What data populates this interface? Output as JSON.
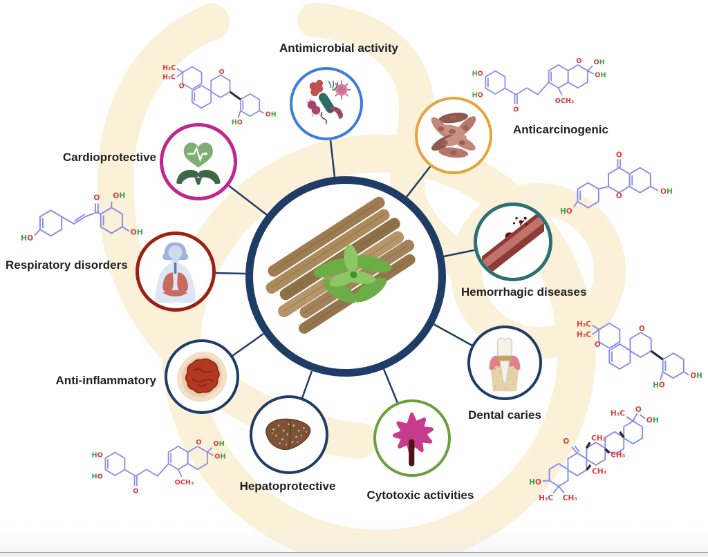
{
  "figure": {
    "center_icon": "licorice-root-bundle",
    "style": "hub-and-spoke biological activities diagram"
  },
  "colors": {
    "center_ring": "#1e3c66",
    "connector": "#1e3c66",
    "background_swirl": "#faf1d8",
    "bond": "#8888ee",
    "atom_oxygen": "#e03a3a",
    "atom_hydroxyl_h": "#3da14a"
  },
  "activities": [
    {
      "id": "antimicrobial",
      "label": "Antimicrobial activity",
      "ring_color": "#3b7ce0",
      "icon": "microbes-icon"
    },
    {
      "id": "cardioprotective",
      "label": "Cardioprotective",
      "ring_color": "#c0268c",
      "icon": "heart-in-hands-icon"
    },
    {
      "id": "anticarcinogenic",
      "label": "Anticarcinogenic",
      "ring_color": "#e5a33c",
      "icon": "cancer-cells-icon"
    },
    {
      "id": "respiratory",
      "label": "Respiratory disorders",
      "ring_color": "#992115",
      "icon": "lungs-torso-icon"
    },
    {
      "id": "hemorrhagic",
      "label": "Hemorrhagic diseases",
      "ring_color": "#2b6f75",
      "icon": "bleeding-vessel-icon"
    },
    {
      "id": "anti_inflammatory",
      "label": "Anti-inflammatory",
      "ring_color": "#1e3c66",
      "icon": "inflamed-tissue-icon"
    },
    {
      "id": "dental_caries",
      "label": "Dental caries",
      "ring_color": "#1e3c66",
      "icon": "tooth-in-gum-icon"
    },
    {
      "id": "hepatoprotective",
      "label": "Hepatoprotective",
      "ring_color": "#1e3c66",
      "icon": "liver-icon"
    },
    {
      "id": "cytotoxic",
      "label": "Cytotoxic activities",
      "ring_color": "#6a9e3f",
      "icon": "toxic-cell-icon"
    }
  ],
  "molecules": {
    "structure_a": {
      "positions": [
        "top-left",
        "right-middle-lower"
      ],
      "labels": [
        [
          {
            "t": "H₃C",
            "c": "r"
          }
        ],
        [
          {
            "t": "H₃C",
            "c": "r"
          }
        ],
        [
          {
            "t": "O",
            "c": "r"
          }
        ],
        [
          {
            "t": "O",
            "c": "r"
          }
        ],
        [
          {
            "t": "H",
            "c": "g"
          },
          {
            "t": "O",
            "c": "r"
          }
        ],
        [
          {
            "t": "O",
            "c": "r"
          },
          {
            "t": "H",
            "c": "g"
          }
        ]
      ]
    },
    "structure_b": {
      "positions": [
        "top-right",
        "bottom-left"
      ],
      "labels": [
        [
          {
            "t": "H",
            "c": "g"
          },
          {
            "t": "O",
            "c": "r"
          }
        ],
        [
          {
            "t": "H",
            "c": "g"
          },
          {
            "t": "O",
            "c": "r"
          }
        ],
        [
          {
            "t": "O",
            "c": "r"
          }
        ],
        [
          {
            "t": "O",
            "c": "r"
          },
          {
            "t": "CH₃",
            "c": "r"
          }
        ],
        [
          {
            "t": "O",
            "c": "r"
          }
        ],
        [
          {
            "t": "O",
            "c": "r"
          },
          {
            "t": "H",
            "c": "g"
          }
        ],
        [
          {
            "t": "O",
            "c": "r"
          },
          {
            "t": "H",
            "c": "g"
          }
        ]
      ]
    },
    "structure_c": {
      "positions": [
        "right-upper"
      ],
      "labels": [
        [
          {
            "t": "O",
            "c": "r"
          }
        ],
        [
          {
            "t": "O",
            "c": "r"
          }
        ],
        [
          {
            "t": "O",
            "c": "r"
          },
          {
            "t": "H",
            "c": "g"
          }
        ],
        [
          {
            "t": "H",
            "c": "g"
          },
          {
            "t": "O",
            "c": "r"
          }
        ]
      ]
    },
    "structure_d": {
      "positions": [
        "bottom-right"
      ],
      "labels": [
        [
          {
            "t": "H₃C",
            "c": "r"
          }
        ],
        [
          {
            "t": "O",
            "c": "r"
          }
        ],
        [
          {
            "t": "O",
            "c": "r"
          },
          {
            "t": "H",
            "c": "g"
          }
        ],
        [
          {
            "t": "O",
            "c": "r"
          }
        ],
        [
          {
            "t": "CH₃",
            "c": "r"
          }
        ],
        [
          {
            "t": "CH₃",
            "c": "r"
          }
        ],
        [
          {
            "t": "CH₃",
            "c": "r"
          }
        ],
        [
          {
            "t": "H",
            "c": "g"
          },
          {
            "t": "O",
            "c": "r"
          }
        ],
        [
          {
            "t": "H₃C",
            "c": "r"
          }
        ],
        [
          {
            "t": "CH₃",
            "c": "r"
          }
        ]
      ]
    },
    "structure_e": {
      "positions": [
        "left-middle"
      ],
      "labels": [
        [
          {
            "t": "H",
            "c": "g"
          },
          {
            "t": "O",
            "c": "r"
          }
        ],
        [
          {
            "t": "O",
            "c": "r"
          }
        ],
        [
          {
            "t": "O",
            "c": "r"
          },
          {
            "t": "H",
            "c": "g"
          }
        ],
        [
          {
            "t": "O",
            "c": "r"
          },
          {
            "t": "H",
            "c": "g"
          }
        ]
      ]
    }
  }
}
